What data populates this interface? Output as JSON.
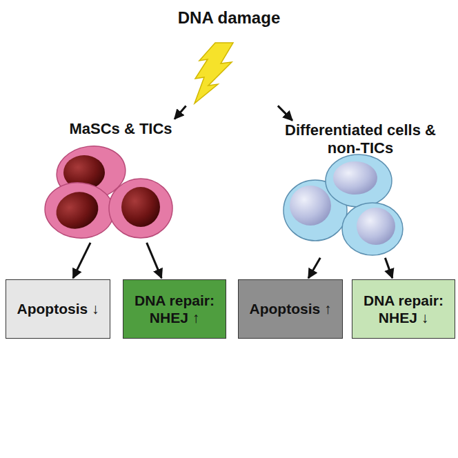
{
  "diagram": {
    "nodes": [
      {
        "text": [
          "DNA damage"
        ]
      },
      {
        "text": [
          "MaSCs & TICs"
        ]
      },
      {
        "text": [
          "Differentiated cells & non-TICs"
        ]
      },
      {
        "text": [
          "Apoptosis ↓"
        ]
      },
      {
        "text": [
          "DNA repair: NHEJ ↑"
        ]
      },
      {
        "text": [
          "Apoptosis ↑"
        ]
      },
      {
        "text": [
          "DNA repair: NHEJ ↓"
        ]
      }
    ],
    "edges": [
      {
        "from": 0,
        "to": 1,
        "arrow": "to"
      },
      {
        "from": 0,
        "to": 2,
        "arrow": "to"
      },
      {
        "from": 1,
        "to": 3,
        "arrow": "to"
      },
      {
        "from": 1,
        "to": 4,
        "arrow": "to"
      },
      {
        "from": 2,
        "to": 5,
        "arrow": "to"
      },
      {
        "from": 2,
        "to": 6,
        "arrow": "to"
      }
    ]
  }
}
